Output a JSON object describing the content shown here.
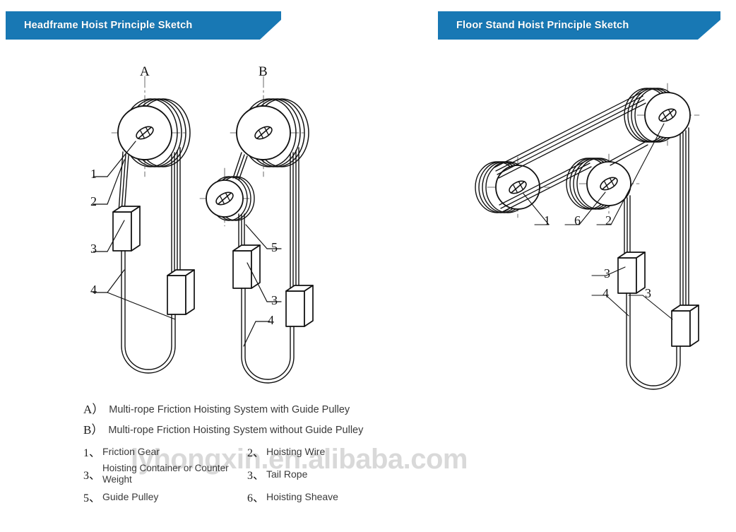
{
  "banners": {
    "left": {
      "title": "Headframe Hoist Principle Sketch",
      "color": "#1878b4"
    },
    "right": {
      "title": "Floor Stand Hoist Principle Sketch",
      "color": "#1878b4"
    }
  },
  "diagrams": {
    "left": {
      "view_labels": [
        "A",
        "B"
      ],
      "callouts_a": [
        "1",
        "2",
        "3",
        "4"
      ],
      "callouts_b": [
        "5",
        "3",
        "4"
      ]
    },
    "right": {
      "callouts_top": [
        "1",
        "6",
        "2"
      ],
      "callouts_bottom": [
        "3",
        "4",
        "3"
      ]
    }
  },
  "legend": {
    "variants": [
      {
        "key": "A）",
        "text": "Multi-rope Friction Hoisting System with Guide Pulley"
      },
      {
        "key": "B）",
        "text": "Multi-rope Friction Hoisting System without Guide Pulley"
      }
    ],
    "items": [
      {
        "num": "1、",
        "text": "Friction Gear"
      },
      {
        "num": "2、",
        "text": "Hoisting Wire"
      },
      {
        "num": "3、",
        "text": "Hoisting Container or Counter Weight"
      },
      {
        "num": "3、",
        "text": "Tail Rope"
      },
      {
        "num": "5、",
        "text": "Guide Pulley"
      },
      {
        "num": "6、",
        "text": "Hoisting Sheave"
      }
    ]
  },
  "watermark": {
    "text": "lyhongxin.en.alibaba.com",
    "color": "#d9d9d9"
  }
}
